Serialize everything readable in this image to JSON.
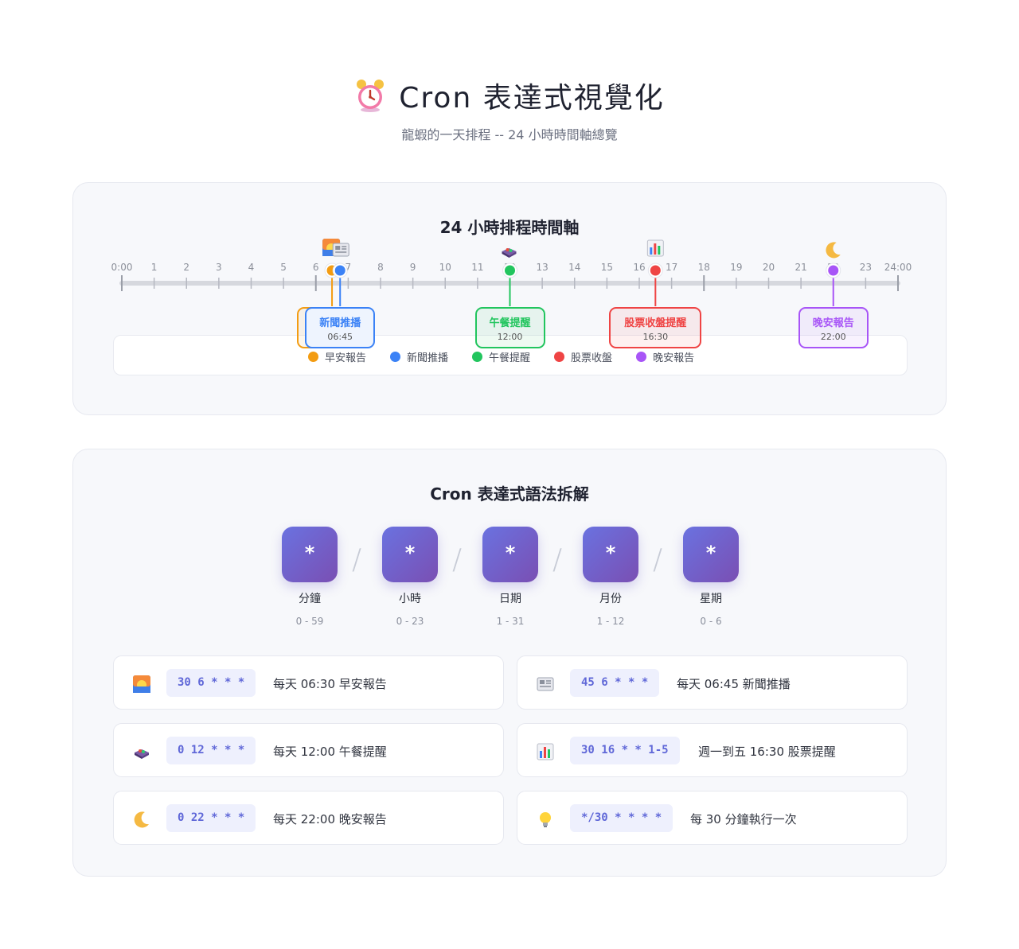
{
  "header": {
    "title": "Cron 表達式視覺化",
    "subtitle": "龍蝦的一天排程 -- 24 小時時間軸總覽"
  },
  "timeline_section": {
    "title": "24 小時排程時間軸",
    "hour_ticks": [
      "0:00",
      "1",
      "2",
      "3",
      "4",
      "5",
      "6",
      "7",
      "8",
      "9",
      "10",
      "11",
      "12",
      "13",
      "14",
      "15",
      "16",
      "17",
      "18",
      "19",
      "20",
      "21",
      "22",
      "23",
      "24:00"
    ],
    "events": [
      {
        "name": "早安報告",
        "time": "06:30",
        "hour": 6.5,
        "color": "#f39c12",
        "icon": "sunrise-icon"
      },
      {
        "name": "新聞推播",
        "time": "06:45",
        "hour": 6.75,
        "color": "#3b82f6",
        "icon": "newspaper-icon"
      },
      {
        "name": "午餐提醒",
        "time": "12:00",
        "hour": 12,
        "color": "#22c55e",
        "icon": "bento-icon"
      },
      {
        "name": "股票收盤提醒",
        "time": "16:30",
        "hour": 16.5,
        "color": "#ef4444",
        "icon": "bar-chart-icon"
      },
      {
        "name": "晚安報告",
        "time": "22:00",
        "hour": 22,
        "color": "#a855f7",
        "icon": "moon-icon"
      }
    ],
    "legend": [
      {
        "label": "早安報告",
        "color": "#f39c12"
      },
      {
        "label": "新聞推播",
        "color": "#3b82f6"
      },
      {
        "label": "午餐提醒",
        "color": "#22c55e"
      },
      {
        "label": "股票收盤",
        "color": "#ef4444"
      },
      {
        "label": "晚安報告",
        "color": "#a855f7"
      }
    ]
  },
  "syntax_section": {
    "title": "Cron 表達式語法拆解",
    "separator": "/",
    "fields": [
      {
        "symbol": "*",
        "name": "分鐘",
        "range": "0 - 59"
      },
      {
        "symbol": "*",
        "name": "小時",
        "range": "0 - 23"
      },
      {
        "symbol": "*",
        "name": "日期",
        "range": "1 - 31"
      },
      {
        "symbol": "*",
        "name": "月份",
        "range": "1 - 12"
      },
      {
        "symbol": "*",
        "name": "星期",
        "range": "0 - 6"
      }
    ],
    "examples": [
      {
        "icon": "sunrise-icon",
        "code": "30 6 * * *",
        "desc": "每天 06:30 早安報告"
      },
      {
        "icon": "newspaper-icon",
        "code": "45 6 * * *",
        "desc": "每天 06:45 新聞推播"
      },
      {
        "icon": "bento-icon",
        "code": "0 12 * * *",
        "desc": "每天 12:00 午餐提醒"
      },
      {
        "icon": "bar-chart-icon",
        "code": "30 16 * * 1-5",
        "desc": "週一到五 16:30 股票提醒"
      },
      {
        "icon": "moon-icon",
        "code": "0 22 * * *",
        "desc": "每天 22:00 晚安報告"
      },
      {
        "icon": "lightbulb-icon",
        "code": "*/30 * * * *",
        "desc": "每 30 分鐘執行一次"
      }
    ]
  }
}
